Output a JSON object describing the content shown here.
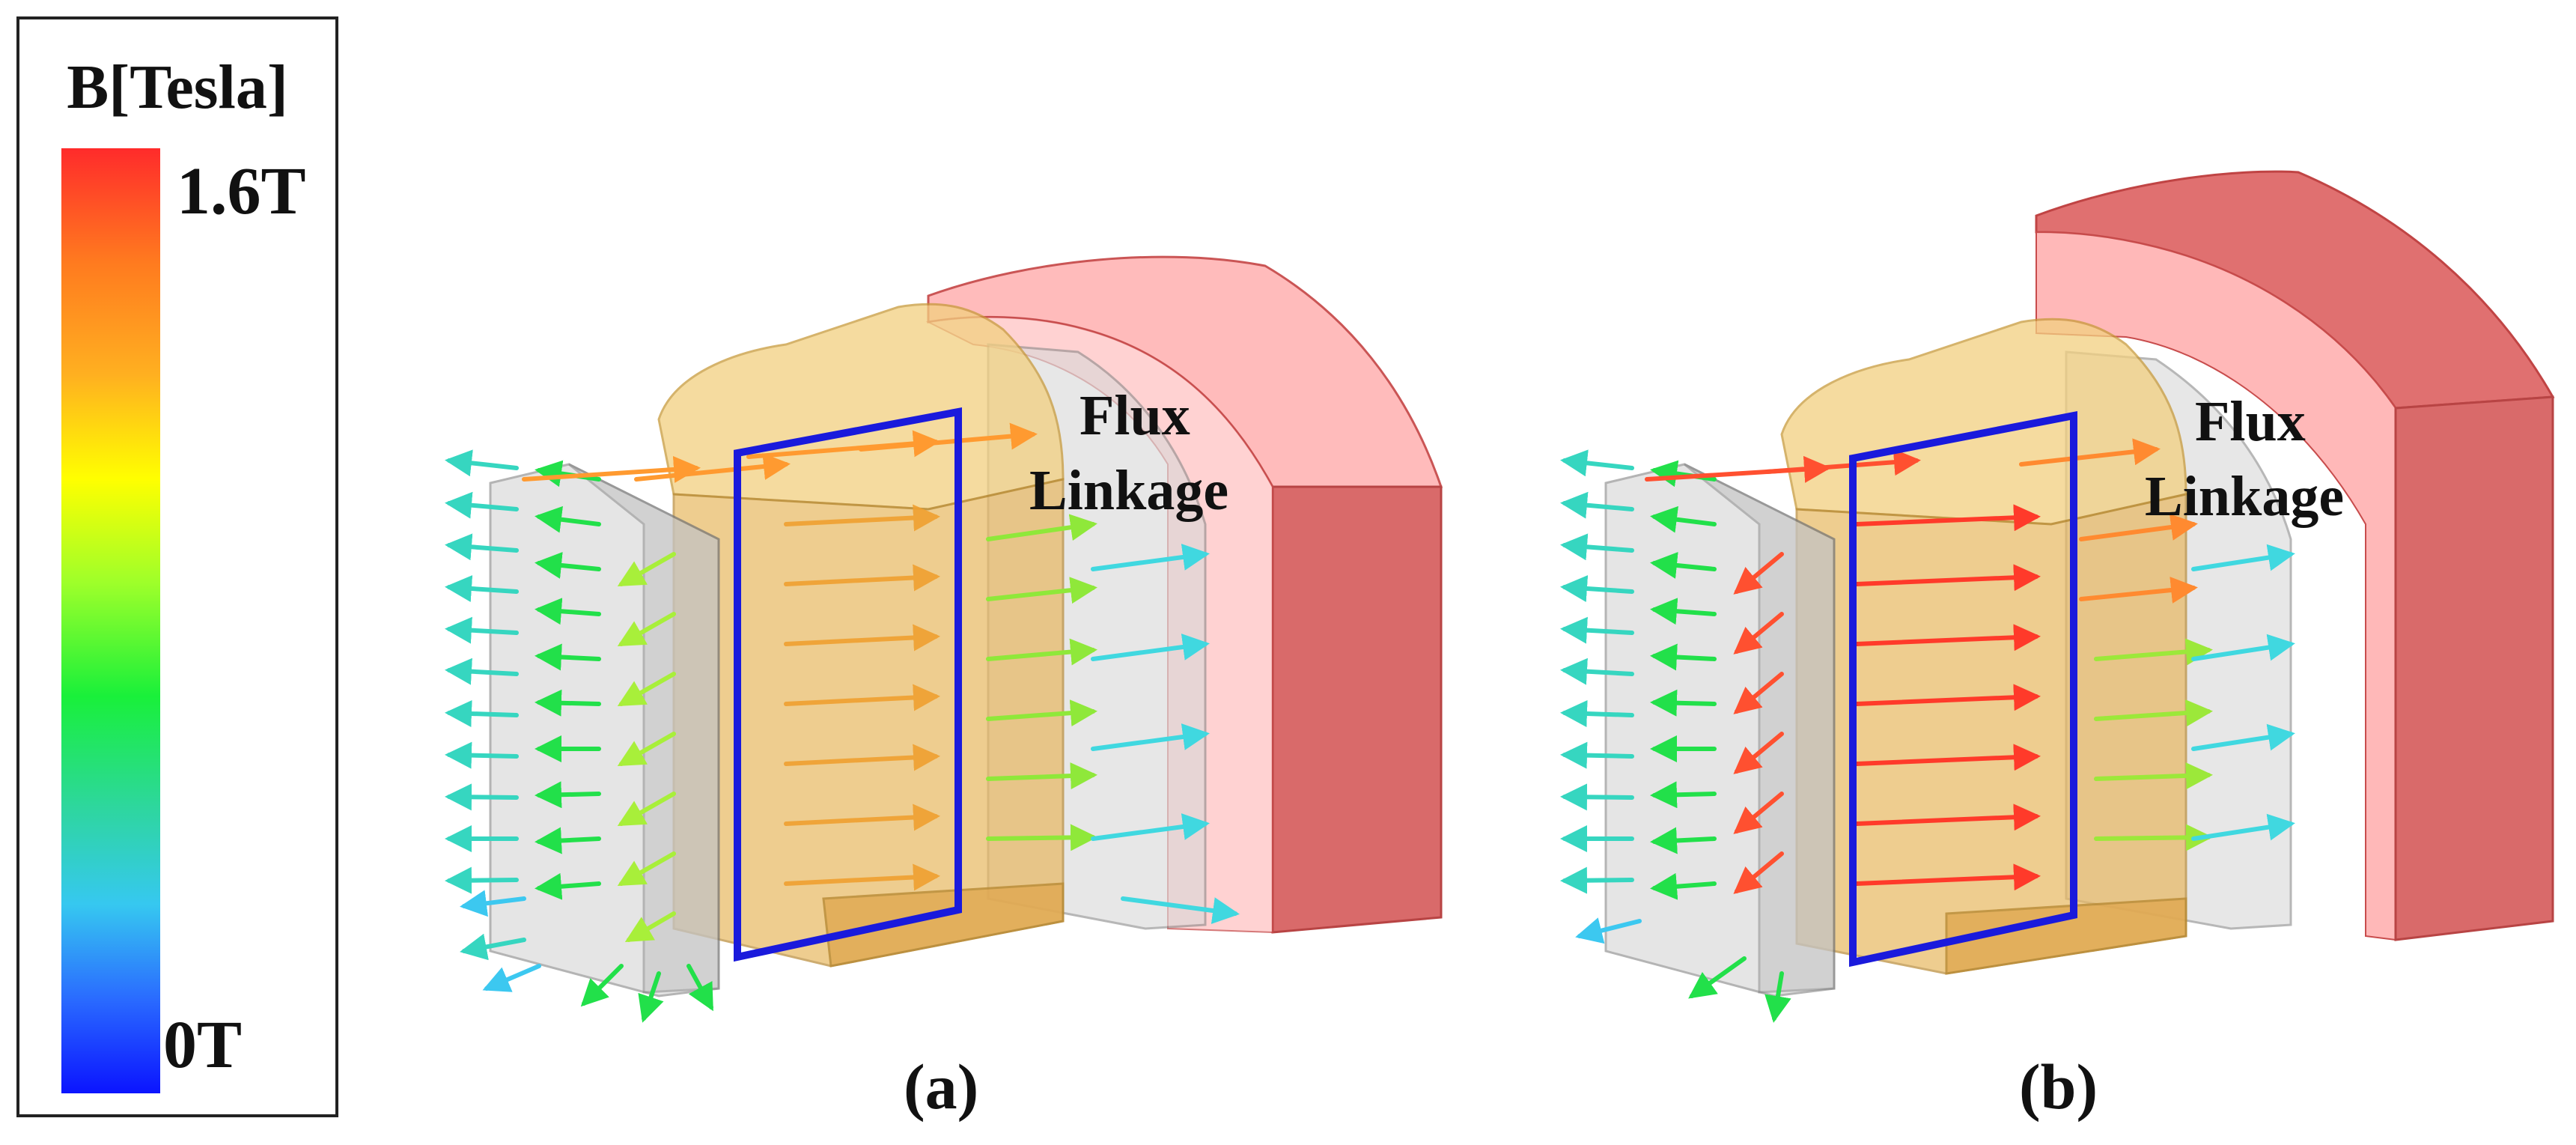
{
  "legend": {
    "title": "B[Tesla]",
    "max_label": "1.6T",
    "min_label": "0T",
    "colors": [
      "#ff2b2b",
      "#ff7a1f",
      "#ffb020",
      "#ffff00",
      "#9eff2a",
      "#19f03a",
      "#2ed6a0",
      "#36c8f0",
      "#2a6bff",
      "#0b14ff"
    ]
  },
  "panels": [
    {
      "label": "(a)",
      "flux_label_line1": "Flux",
      "flux_label_line2": "Linkage"
    },
    {
      "label": "(b)",
      "flux_label_line1": "Flux",
      "flux_label_line2": "Linkage"
    }
  ],
  "colors": {
    "magnet": "#d96a6a",
    "magnet_face": "#ffb8b8",
    "coil": "#e8b860",
    "core": "#c9c9c9",
    "loop": "#1a1adc"
  }
}
